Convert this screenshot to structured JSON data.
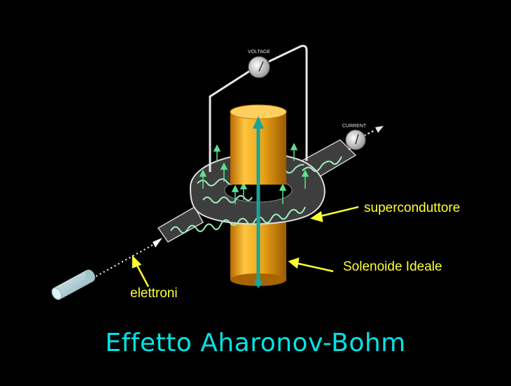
{
  "labels": {
    "voltage": "VOLTAGE",
    "current": "CURRENT",
    "superconductor": "superconduttore",
    "solenoid": "Solenoide Ideale",
    "electrons": "elettroni"
  },
  "title": "Effetto Aharonov-Bohm",
  "colors": {
    "background": "#000000",
    "label_text": "#ffff33",
    "title_text": "#00e5e5",
    "solenoid": "#f0a818",
    "field_arrow": "#1aa39a",
    "superconductor": "#404040"
  }
}
